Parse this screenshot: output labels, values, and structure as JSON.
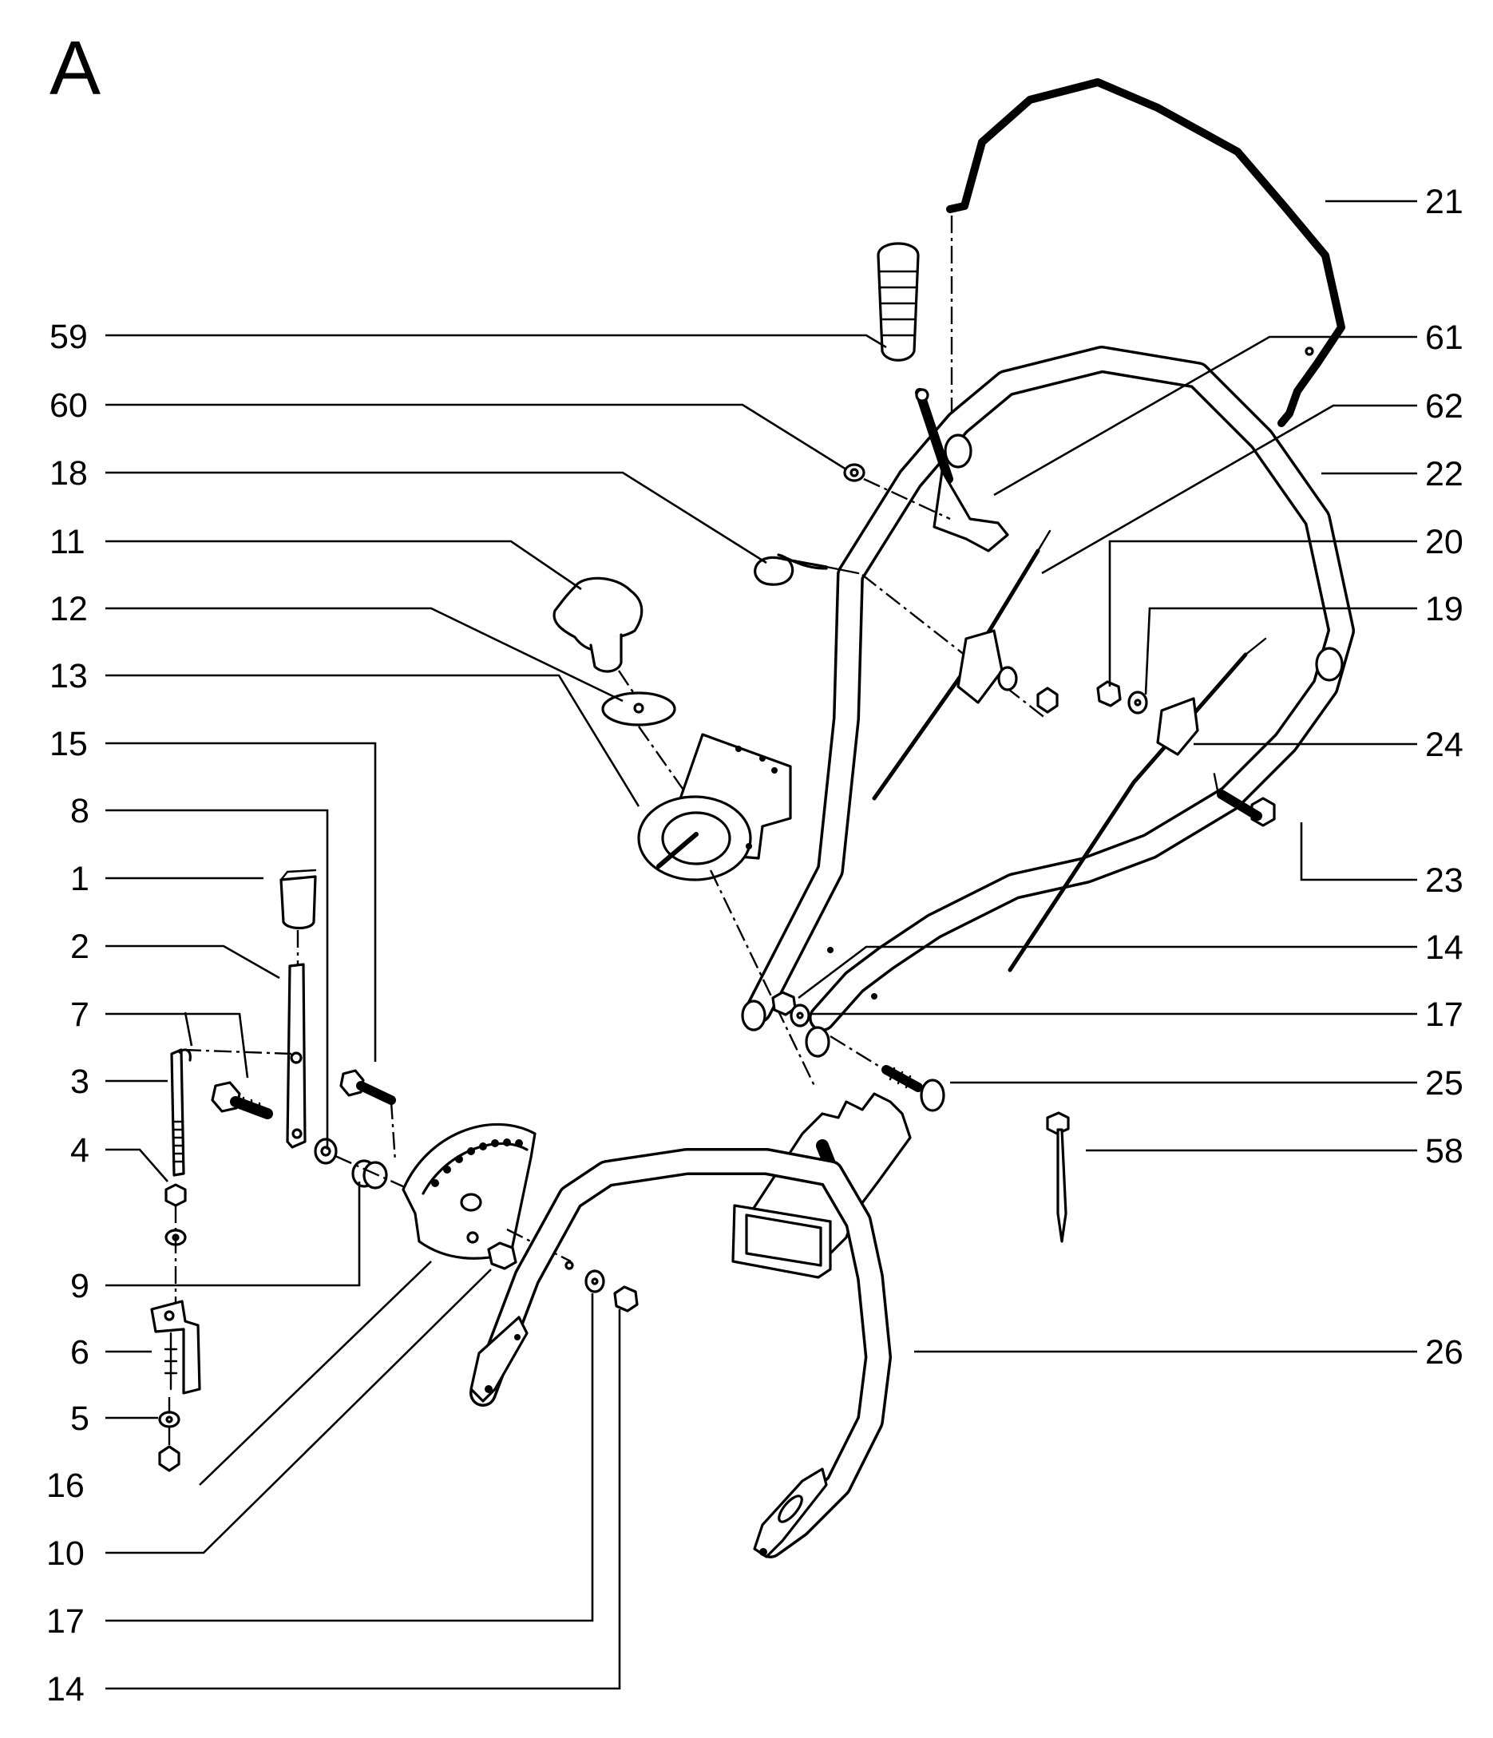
{
  "diagram": {
    "title": "A",
    "callouts": {
      "l59": "59",
      "l60": "60",
      "l18": "18",
      "l11": "11",
      "l12": "12",
      "l13": "13",
      "l15": "15",
      "l8": "8",
      "l1": "1",
      "l2": "2",
      "l7": "7",
      "l3": "3",
      "l4": "4",
      "l9": "9",
      "l6": "6",
      "l5": "5",
      "l16": "16",
      "l10": "10",
      "l17b": "17",
      "l14b": "14",
      "r21": "21",
      "r61": "61",
      "r62": "62",
      "r22": "22",
      "r20": "20",
      "r19": "19",
      "r24": "24",
      "r23": "23",
      "r14": "14",
      "r17": "17",
      "r25": "25",
      "r58": "58",
      "r26": "26"
    }
  }
}
